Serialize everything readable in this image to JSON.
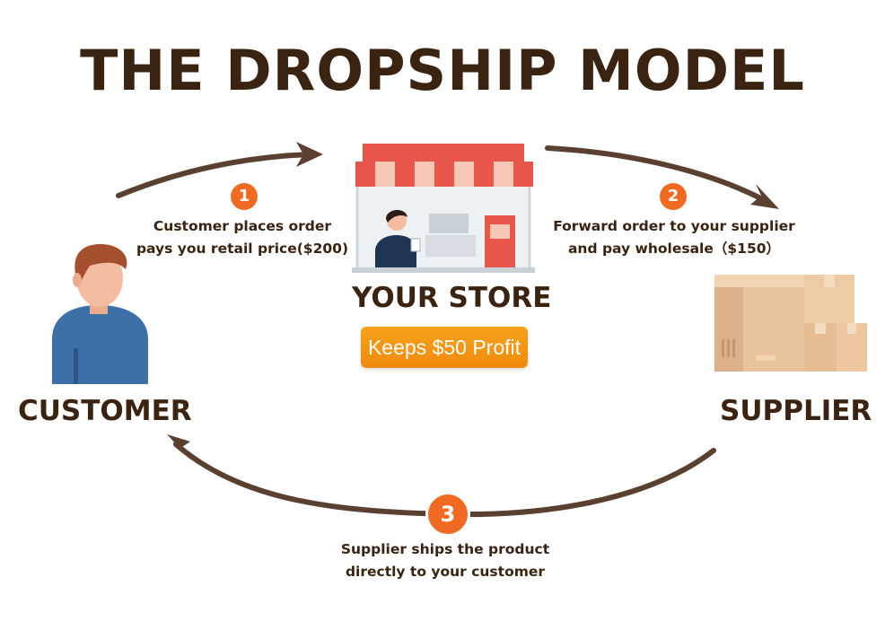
{
  "title": "THE DROPSHIP MODEL",
  "nodes": {
    "customer": "CUSTOMER",
    "store": "YOUR STORE",
    "supplier": "SUPPLIER"
  },
  "profit_label": "Keeps $50 Profit",
  "steps": [
    {
      "number": "1",
      "line1": "Customer places order",
      "line2": "pays you retail price($200)"
    },
    {
      "number": "2",
      "line1": "Forward order to your supplier",
      "line2": "and pay wholesale（$150）"
    },
    {
      "number": "3",
      "line1": "Supplier ships the product",
      "line2": "directly to your customer"
    }
  ],
  "colors": {
    "title": "#3a2411",
    "badge": "#f26a21",
    "arrow": "#5a4030",
    "profit": "#f39614"
  },
  "icons": [
    "customer-avatar-icon",
    "storefront-icon",
    "cardboard-boxes-icon"
  ]
}
